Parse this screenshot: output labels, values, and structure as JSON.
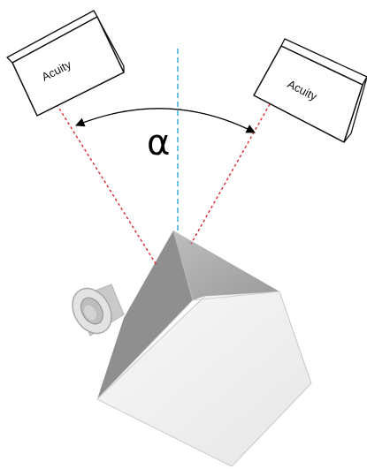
{
  "sensors": {
    "left": {
      "label": "Acuity"
    },
    "right": {
      "label": "Acuity"
    }
  },
  "angle": {
    "symbol": "α"
  },
  "colors": {
    "sensor_beam": "#e0242c",
    "center_axis": "#2aa7d6",
    "angle_arc": "#000000",
    "sensor_box_outline": "#111111",
    "object_top": "#a9a9a9",
    "object_left_face": "#8f8f8f",
    "object_front_face": "#f3f3f3",
    "object_port": "#cfcfcf"
  }
}
